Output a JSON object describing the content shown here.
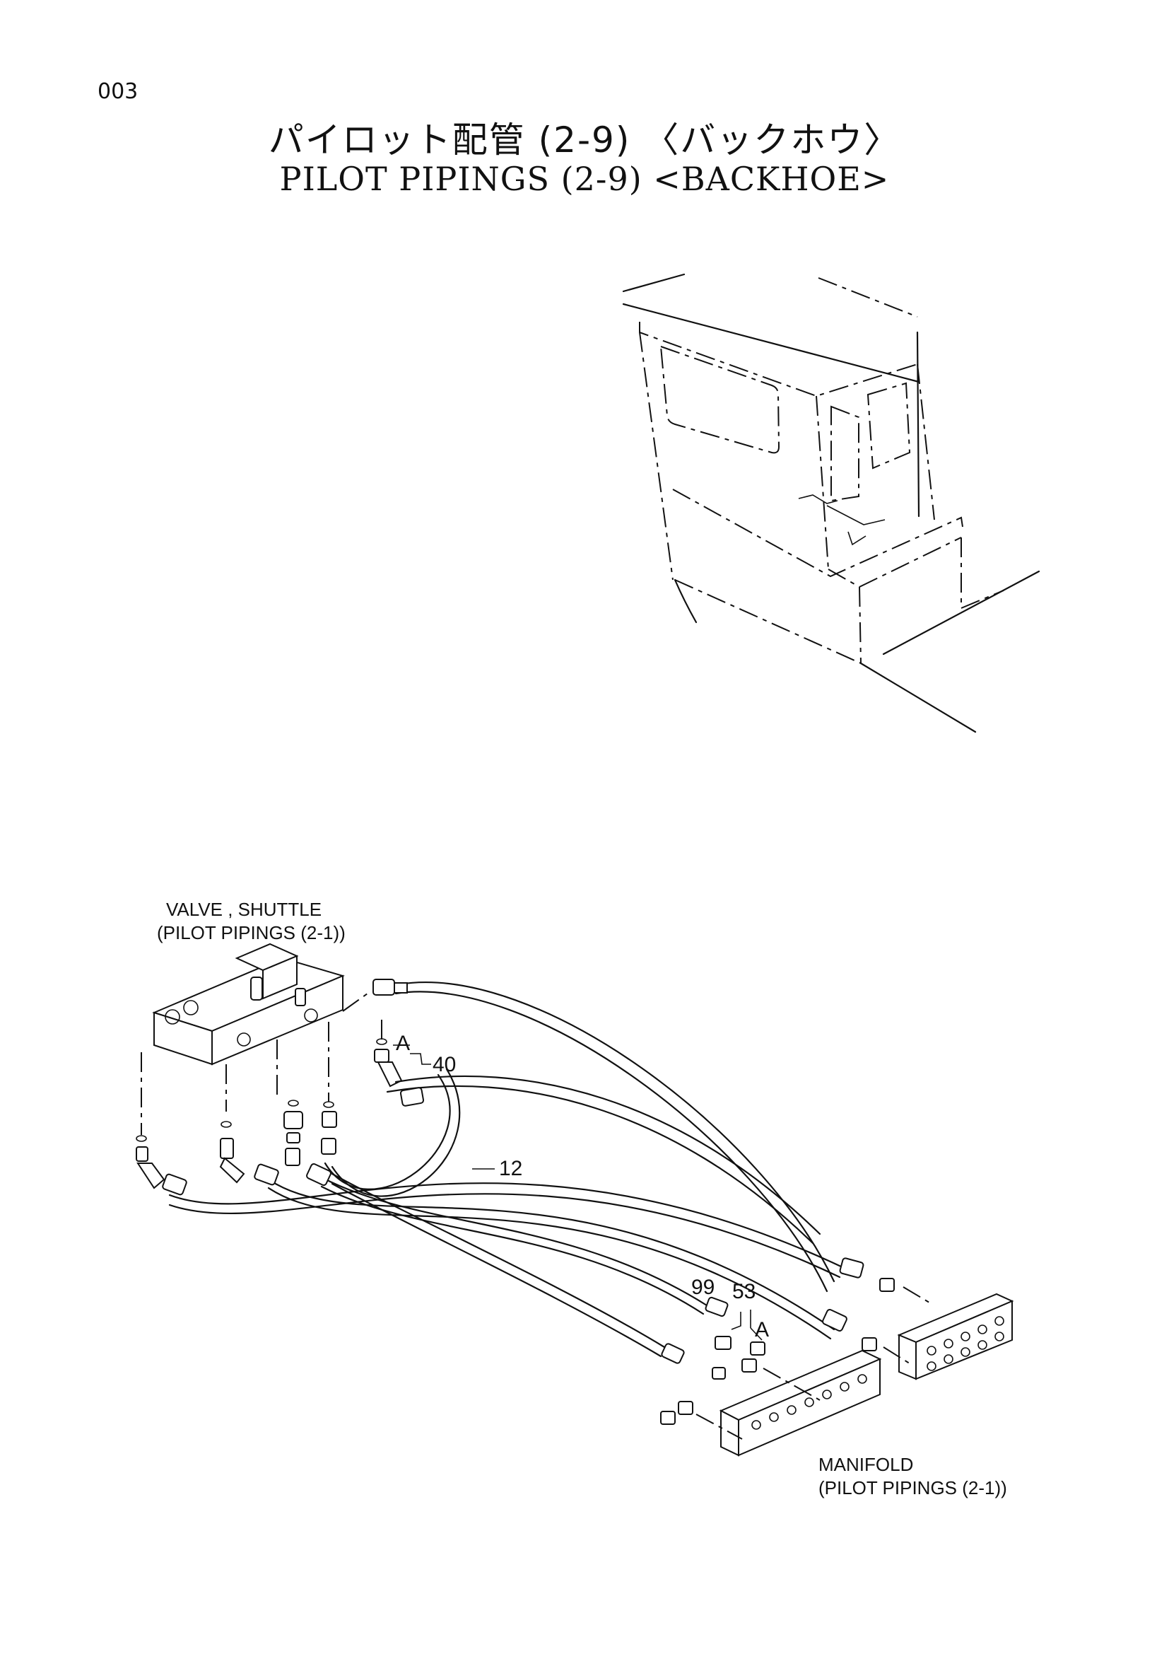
{
  "page": {
    "number": "003",
    "title_jp": "パイロット配管 (2-9) 〈バックホウ〉",
    "title_en": "PILOT PIPINGS (2-9) <BACKHOE>"
  },
  "labels": {
    "valve_line1": "VALVE , SHUTTLE",
    "valve_line2": "(PILOT PIPINGS (2-1))",
    "manifold_line1": "MANIFOLD",
    "manifold_line2": "(PILOT PIPINGS (2-1))",
    "ref_a_top": "A",
    "ref_a_bottom": "A"
  },
  "callouts": {
    "p40": "40",
    "p12": "12",
    "p99": "99",
    "p53": "53"
  }
}
